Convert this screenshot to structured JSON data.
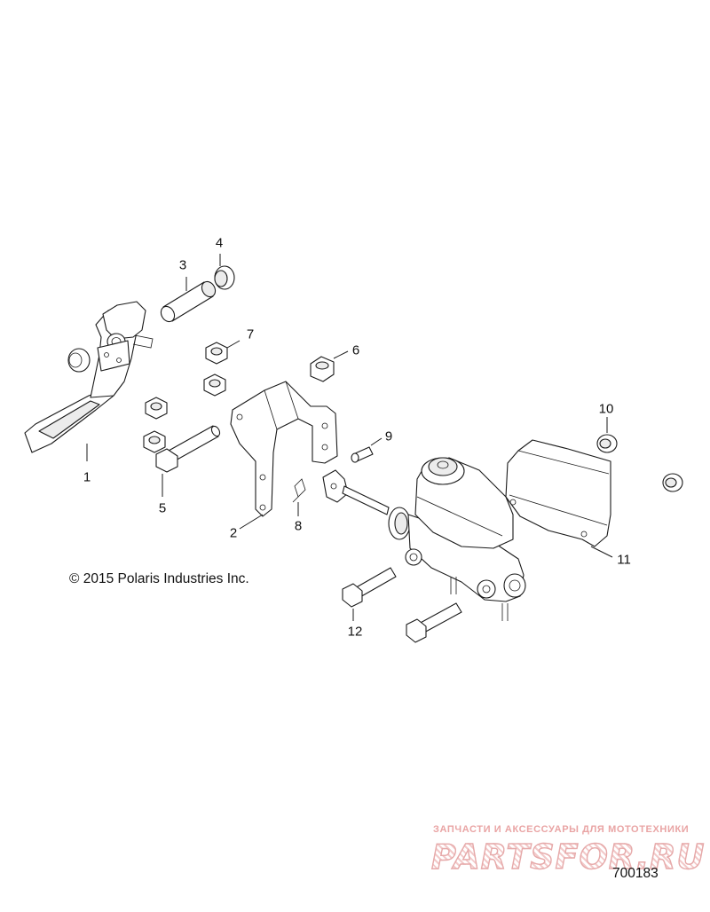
{
  "copyright": "© 2015 Polaris Industries Inc.",
  "figure_id": "700183",
  "watermark": {
    "tagline": "ЗАПЧАСТИ И АКСЕССУАРЫ ДЛЯ МОТОТЕХНИКИ",
    "logo": "PARTSFOR.RU"
  },
  "callouts": [
    "1",
    "2",
    "3",
    "4",
    "5",
    "6",
    "7",
    "8",
    "9",
    "10",
    "11",
    "12"
  ]
}
